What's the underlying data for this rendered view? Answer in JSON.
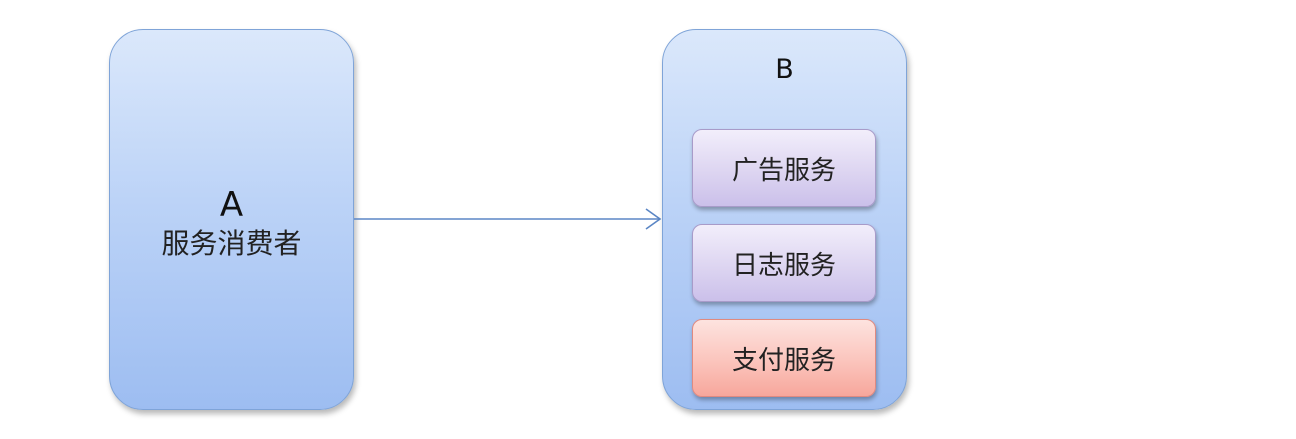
{
  "node_a": {
    "letter": "A",
    "label": "服务消费者"
  },
  "node_b": {
    "letter": "B",
    "services": [
      {
        "label": "广告服务",
        "color": "#ddd5f1"
      },
      {
        "label": "日志服务",
        "color": "#ddd5f1"
      },
      {
        "label": "支付服务",
        "color": "#fbc4bc"
      }
    ]
  },
  "colors": {
    "node_fill": "#bcd3f7",
    "node_border": "#7fa4d8",
    "arrow": "#5b86c5"
  }
}
